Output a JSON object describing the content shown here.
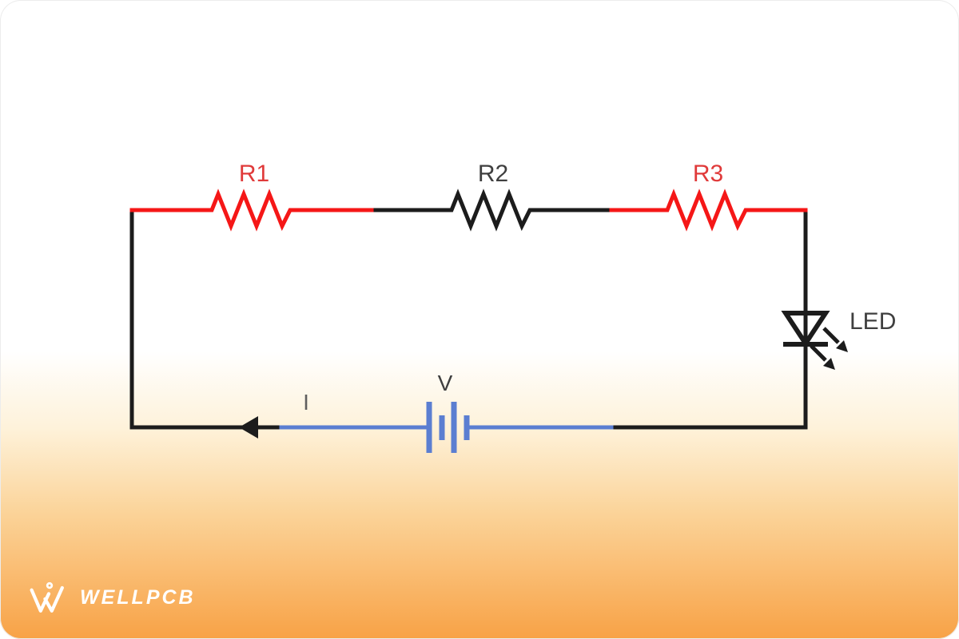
{
  "colors": {
    "wire_black": "#1c1c1c",
    "wire_red": "#f51717",
    "wire_blue": "#5b7ed1",
    "label_red": "#e03a3a",
    "label_dark": "#3f3f3f",
    "label_gray": "#5f5f5f",
    "brand_orange": "#f8a246",
    "logo_white": "#ffffff"
  },
  "circuit": {
    "type": "series LED circuit schematic",
    "resistors": [
      {
        "label": "R1",
        "color": "red"
      },
      {
        "label": "R2",
        "color": "black"
      },
      {
        "label": "R3",
        "color": "red"
      }
    ],
    "led_label": "LED",
    "battery_label": "V",
    "current_label": "I"
  },
  "footer": {
    "brand": "WELLPCB"
  }
}
